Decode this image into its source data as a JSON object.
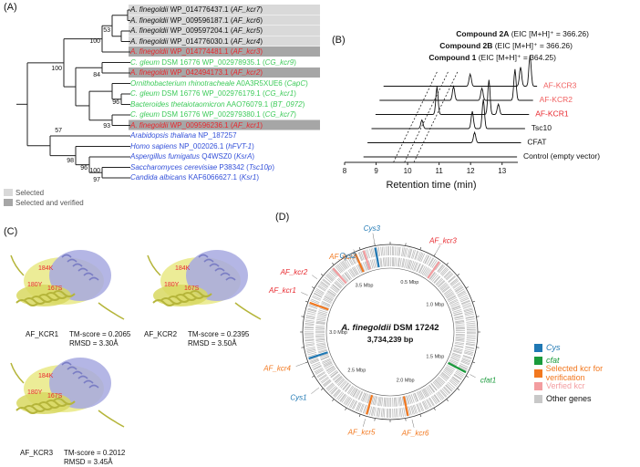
{
  "panels": {
    "a": "(A)",
    "b": "(B)",
    "c": "(C)",
    "d": "(D)"
  },
  "colors": {
    "black": "#111111",
    "red": "#e8282e",
    "green": "#3ecb5a",
    "blue": "#3451d9",
    "band_light": "#d9d9d9",
    "band_dark": "#a6a6a6",
    "cys": "#1f78b4",
    "cfat": "#1a9b3c",
    "selected_kcr": "#f2781f",
    "verified_kcr": "#f39da0",
    "other_genes": "#c8c8c8",
    "kcr1": "#e8282e",
    "kcr2": "#f06060",
    "kcr3": "#f06060"
  },
  "tree": {
    "leaves": [
      {
        "prefix": "A. finegoldii",
        "acc": " WP_014776437.1 (",
        "gene": "AF_kcr7",
        "close": ")",
        "color": "black",
        "band": "light"
      },
      {
        "prefix": "A. finegoldii",
        "acc": " WP_009596187.1 (",
        "gene": "AF_kcr6",
        "close": ")",
        "color": "black",
        "band": "light"
      },
      {
        "prefix": "A. finegoldii",
        "acc": " WP_009597204.1 (",
        "gene": "AF_kcr5",
        "close": ")",
        "color": "black",
        "band": "light"
      },
      {
        "prefix": "A. finegoldii",
        "acc": " WP_014776030.1 (",
        "gene": "AF_kcr4",
        "close": ")",
        "color": "black",
        "band": "light"
      },
      {
        "prefix": "A. finegoldii",
        "acc": " WP_014774481.1 (",
        "gene": "AF_kcr3",
        "close": ")",
        "color": "red",
        "band": "dark"
      },
      {
        "prefix": "C. gleum",
        "acc": " DSM 16776 WP_002978935.1 (",
        "gene": "CG_kcr9",
        "close": ")",
        "color": "green",
        "band": "none"
      },
      {
        "prefix": "A. finegoldii",
        "acc": " WP_042494173.1 (",
        "gene": "AF_kcr2",
        "close": ")",
        "color": "red",
        "band": "dark"
      },
      {
        "prefix": "Ornithobacterium rhinotracheale",
        "acc": " A0A3R5XUE6 (",
        "gene": "CapC",
        "close": ")",
        "color": "green",
        "band": "none"
      },
      {
        "prefix": "C. gleum",
        "acc": " DSM 16776 WP_002976179.1 (",
        "gene": "CG_kcr1",
        "close": ")",
        "color": "green",
        "band": "none"
      },
      {
        "prefix": "Bacteroides thetaiotaomicron",
        "acc": " AAO76079.1 (",
        "gene": "BT_0972",
        "close": ")",
        "color": "green",
        "band": "none"
      },
      {
        "prefix": "C. gleum",
        "acc": " DSM 16776 WP_002979380.1 (",
        "gene": "CG_kcr7",
        "close": ")",
        "color": "green",
        "band": "none"
      },
      {
        "prefix": "A. finegoldii",
        "acc": " WP_009596236.1 (",
        "gene": "AF_kcr1",
        "close": ")",
        "color": "red",
        "band": "dark"
      },
      {
        "prefix": "Arabidopsis thaliana",
        "acc": " NP_187257",
        "gene": "",
        "close": "",
        "color": "blue",
        "band": "none"
      },
      {
        "prefix": "Homo sapiens",
        "acc": " NP_002026.1 (",
        "gene": "hFVT-1",
        "close": ")",
        "color": "blue",
        "band": "none"
      },
      {
        "prefix": "Aspergillus fumigatus",
        "acc": " Q4WSZ0 (",
        "gene": "KsrA",
        "close": ")",
        "color": "blue",
        "band": "none"
      },
      {
        "prefix": "Saccharomyces cerevisiae",
        "acc": " P38342 (",
        "gene": "Tsc10p",
        "close": ")",
        "color": "blue",
        "band": "none"
      },
      {
        "prefix": "Candida albicans",
        "acc": " KAF6066627.1 (",
        "gene": "Ksr1",
        "close": ")",
        "color": "blue",
        "band": "none"
      }
    ],
    "bootstrap": [
      "53",
      "100",
      "100",
      "84",
      "96",
      "93",
      "57",
      "98",
      "96",
      "100",
      "97"
    ],
    "legend": {
      "selected": "Selected",
      "verified": "Selected and verified"
    }
  },
  "chart_data": [
    {
      "type": "line",
      "title": "",
      "xlabel": "Retention time (min)",
      "ylabel": "",
      "xlim": [
        8,
        13.5
      ],
      "x_ticks": [
        "8",
        "9",
        "10",
        "11",
        "12",
        "13"
      ],
      "compounds": [
        {
          "name": "Compound 2A",
          "detail": " (EIC [M+H]⁺ = 366.26)",
          "rt": 9.55
        },
        {
          "name": "Compound 2B",
          "detail": " (EIC [M+H]⁺ = 366.26)",
          "rt": 9.9
        },
        {
          "name": "Compound 1",
          "detail": " (EIC [M+H]⁺ = 364.25)",
          "rt": 10.2
        }
      ],
      "series": [
        {
          "name": "AF-KCR3",
          "color": "kcr3",
          "peaks": [
            {
              "x": 11.35,
              "h": 0.35
            },
            {
              "x": 12.95,
              "h": 0.55
            },
            {
              "x": 13.25,
              "h": 0.9
            }
          ]
        },
        {
          "name": "AF-KCR2",
          "color": "kcr2",
          "peaks": [
            {
              "x": 10.95,
              "h": 0.4
            },
            {
              "x": 11.85,
              "h": 0.35
            },
            {
              "x": 12.9,
              "h": 0.9
            }
          ]
        },
        {
          "name": "AF-KCR1",
          "color": "kcr1",
          "peaks": [
            {
              "x": 10.55,
              "h": 0.8
            },
            {
              "x": 12.2,
              "h": 1.0
            },
            {
              "x": 12.5,
              "h": 0.3
            }
          ]
        },
        {
          "name": "Tsc10",
          "color": "black",
          "peaks": [
            {
              "x": 10.2,
              "h": 0.25
            },
            {
              "x": 11.8,
              "h": 0.5
            },
            {
              "x": 12.15,
              "h": 0.85
            }
          ]
        },
        {
          "name": "CFAT",
          "color": "black",
          "peaks": [
            {
              "x": 12.0,
              "h": 0.3
            }
          ]
        },
        {
          "name": "Control (empty vector)",
          "color": "black",
          "peaks": []
        }
      ]
    }
  ],
  "structures": [
    {
      "name": "AF_KCR1",
      "tm": "TM-score = 0.2065",
      "rmsd": "RMSD = 3.30Å",
      "labels": [
        "184K",
        "180Y",
        "167S"
      ]
    },
    {
      "name": "AF_KCR2",
      "tm": "TM-score = 0.2395",
      "rmsd": "RMSD = 3.50Å",
      "labels": [
        "184K",
        "180Y",
        "167S"
      ]
    },
    {
      "name": "AF_KCR3",
      "tm": "TM-score = 0.2012",
      "rmsd": "RMSD = 3.45Å",
      "labels": [
        "184K",
        "180Y",
        "167S"
      ]
    }
  ],
  "genome": {
    "organism": "A. finegoldii",
    "strain": " DSM 17242",
    "size": "3,734,239 bp",
    "scale_labels": [
      "0.5 Mbp",
      "1.0 Mbp",
      "1.5 Mbp",
      "2.0 Mbp",
      "2.5 Mbp",
      "3.0 Mbp",
      "3.5 Mbp"
    ],
    "gene_labels": [
      {
        "text": "Cys3",
        "color": "cys"
      },
      {
        "text": "AF_kcr7",
        "color": "selected_kcr"
      },
      {
        "text": "Cys2",
        "color": "cys"
      },
      {
        "text": "AF_kcr2",
        "color": "kcr1"
      },
      {
        "text": "AF_kcr1",
        "color": "kcr1"
      },
      {
        "text": "AF_kcr3",
        "color": "kcr1"
      },
      {
        "text": "AF_kcr4",
        "color": "selected_kcr"
      },
      {
        "text": "cfat1",
        "color": "cfat"
      },
      {
        "text": "Cys1",
        "color": "cys"
      },
      {
        "text": "AF_kcr5",
        "color": "selected_kcr"
      },
      {
        "text": "AF_kcr6",
        "color": "selected_kcr"
      }
    ],
    "legend": [
      {
        "label": "Cys",
        "color": "cys"
      },
      {
        "label": "cfat",
        "color": "cfat"
      },
      {
        "label": "Selected kcr for verification",
        "color": "selected_kcr"
      },
      {
        "label": "Verfied kcr",
        "color": "verified_kcr"
      },
      {
        "label": "Other genes",
        "color": "other_genes"
      }
    ]
  }
}
